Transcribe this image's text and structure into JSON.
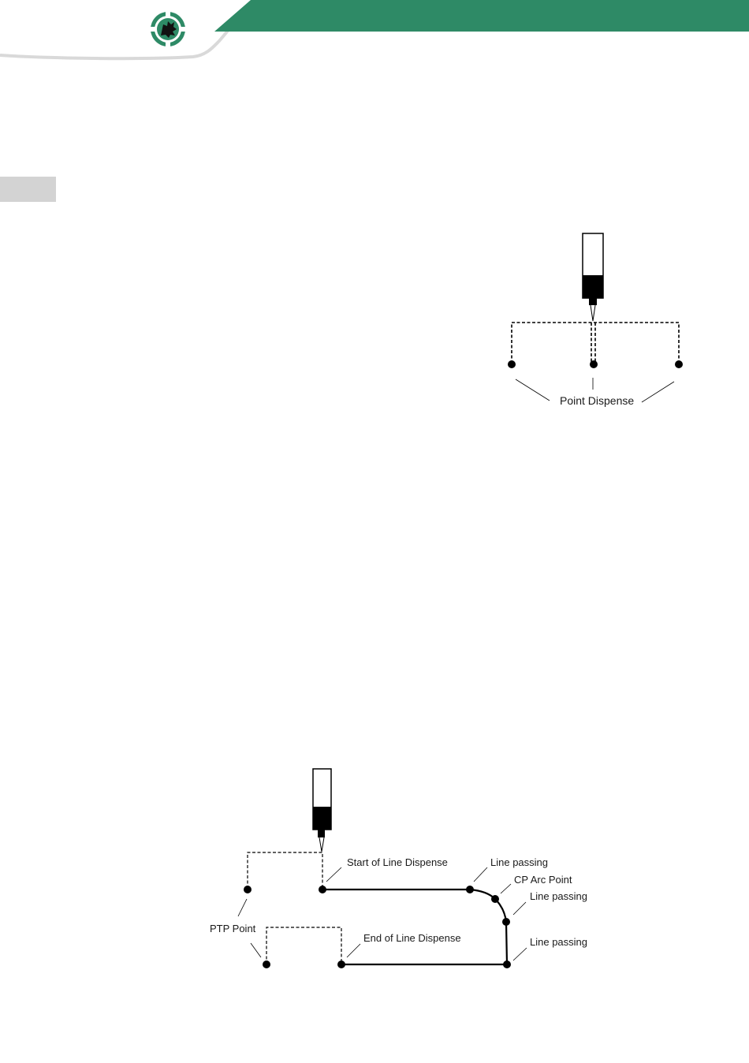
{
  "header": {
    "band_color": "#2e8a66",
    "logo_icon": "gear-wheel-icon"
  },
  "diagram_point": {
    "label": "Point Dispense"
  },
  "diagram_line": {
    "ptp_label": "PTP Point",
    "start_label": "Start of Line Dispense",
    "end_label": "End of Line Dispense",
    "line_passing_1": "Line passing",
    "cp_arc_label": "CP Arc Point",
    "line_passing_2": "Line passing",
    "line_passing_3": "Line passing"
  }
}
